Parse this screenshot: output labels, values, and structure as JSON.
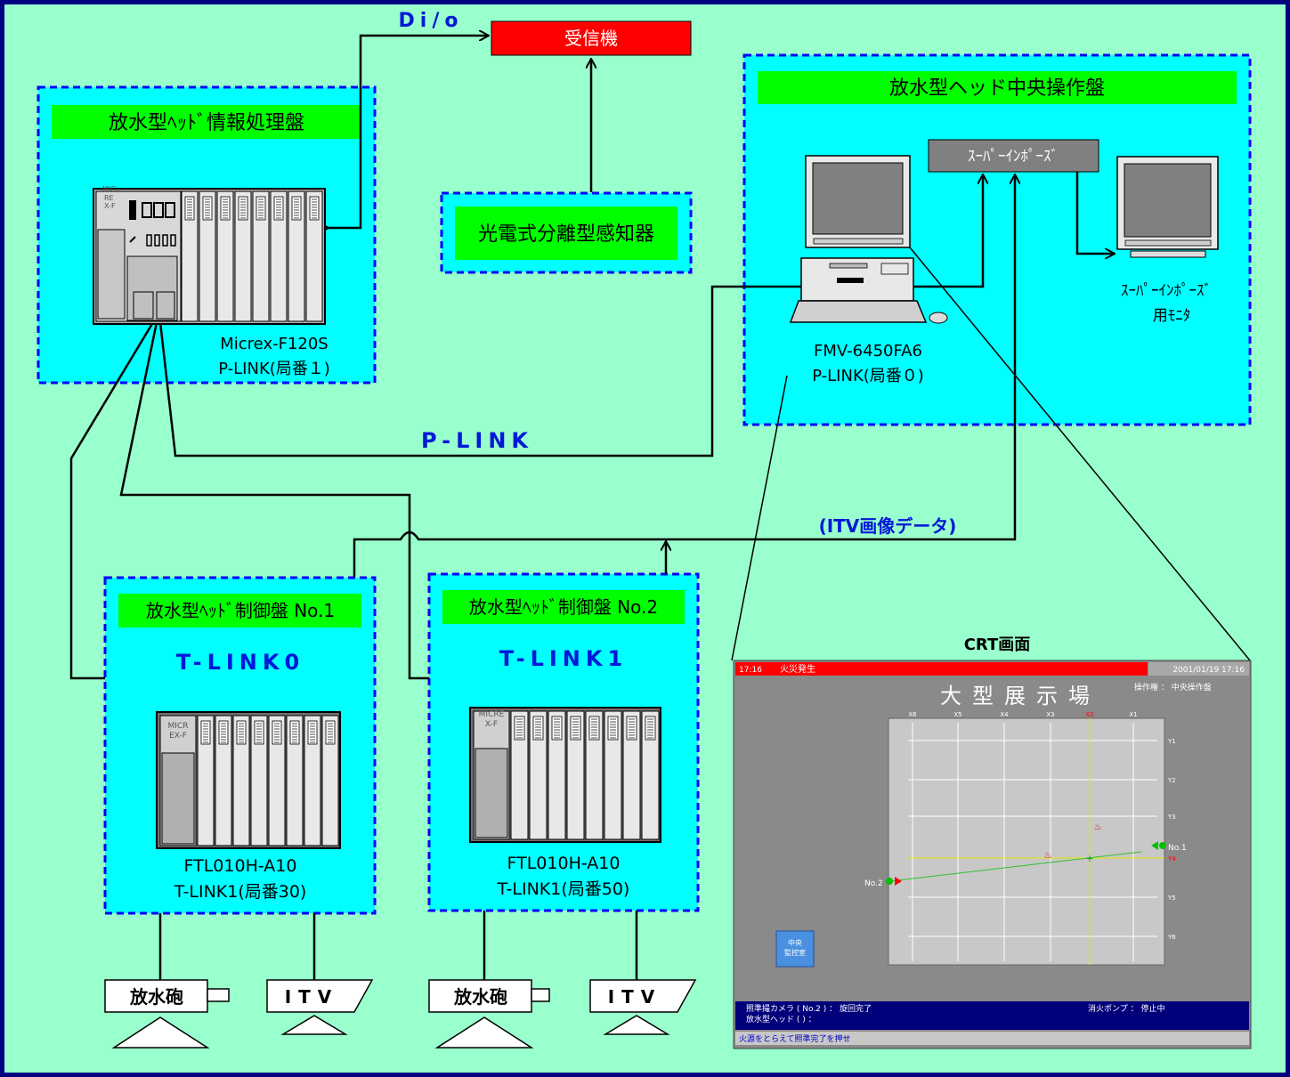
{
  "labels": {
    "dio": "Di/o",
    "receiver": "受信機",
    "info_panel_title": "放水型ﾍｯﾄﾞ情報処理盤",
    "plc_model": "Micrex-F120S",
    "plc_station": "P-LINK(局番１)",
    "sensor": "光電式分離型感知器",
    "central_panel_title": "放水型ヘッド中央操作盤",
    "superimpose_box": "ｽｰﾊﾟｰｲﾝﾎﾟｰｽﾞ",
    "pc_model": "FMV-6450FA6",
    "pc_station": "P-LINK(局番０)",
    "superimpose_monitor_line1": "ｽｰﾊﾟｰｲﾝﾎﾟｰｽﾞ",
    "superimpose_monitor_line2": "用ﾓﾆﾀ",
    "plink": "P-LINK",
    "itv_data": "(ITV画像データ)",
    "ctrl1_title": "放水型ﾍｯﾄﾞ制御盤 No.1",
    "ctrl1_link": "T-LINK0",
    "ctrl1_model": "FTL010H-A10",
    "ctrl1_station": "T-LINK1(局番30)",
    "ctrl2_title": "放水型ﾍｯﾄﾞ制御盤 No.2",
    "ctrl2_link": "T-LINK1",
    "ctrl2_model": "FTL010H-A10",
    "ctrl2_station": "T-LINK1(局番50)",
    "crt_title": "CRT画面",
    "cannon": "放水砲",
    "itv": "ITV",
    "plc_module_mic": "MIC",
    "plc_module_re": "RE",
    "plc_module_xf": "X-F",
    "ctrl_module_micr": "MICR",
    "ctrl_module_exf": "EX-F",
    "ctrl2_module_micre": "MICRE",
    "ctrl2_module_xf": "X-F"
  },
  "crt": {
    "alarm_time": "17:16",
    "alarm_text": "火災発生",
    "datetime": "2001/01/19 17:16",
    "hall_title": "大型展示場",
    "operator_label": "操作権 ： 中央操作盤",
    "x_labels": [
      "X6",
      "X5",
      "X4",
      "X3",
      "X2",
      "X1"
    ],
    "y_labels": [
      "Y1",
      "Y2",
      "Y3",
      "Y4",
      "Y5",
      "Y6"
    ],
    "head_no1": "No.1",
    "head_no2": "No.2",
    "room_button": "中央監控室",
    "status_row1_left": "照準撮カメラ ( No.2 )   ：  旋回完了",
    "status_row2_left": "放水型ヘッド (      )   ：",
    "status_row1_right": "消火ポンプ  ：  停止中",
    "message": "火源をとらえて照準完了を押せ"
  },
  "colors": {
    "background": "#99ffcc",
    "panel": "#00ffff",
    "title_bar": "#00ff00",
    "receiver": "#ff0000",
    "link_text": "#0018d8",
    "border": "#000080"
  }
}
